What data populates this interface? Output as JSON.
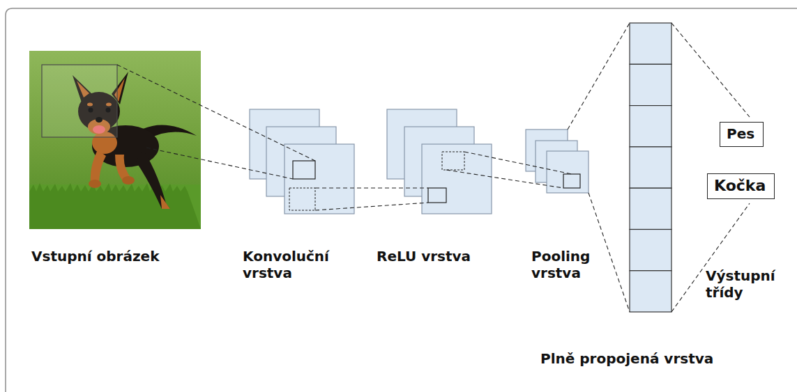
{
  "diagram": {
    "nodes": [
      {
        "text": [
          "Pes"
        ]
      },
      {
        "text": [
          "Kočka"
        ]
      }
    ],
    "labels": [
      "Vstupní obrázek",
      "Konvoluční vrstva",
      "ReLU vrstva",
      "Pooling vrstva",
      "Výstupní třídy",
      "Plně propojená vrstva"
    ]
  }
}
